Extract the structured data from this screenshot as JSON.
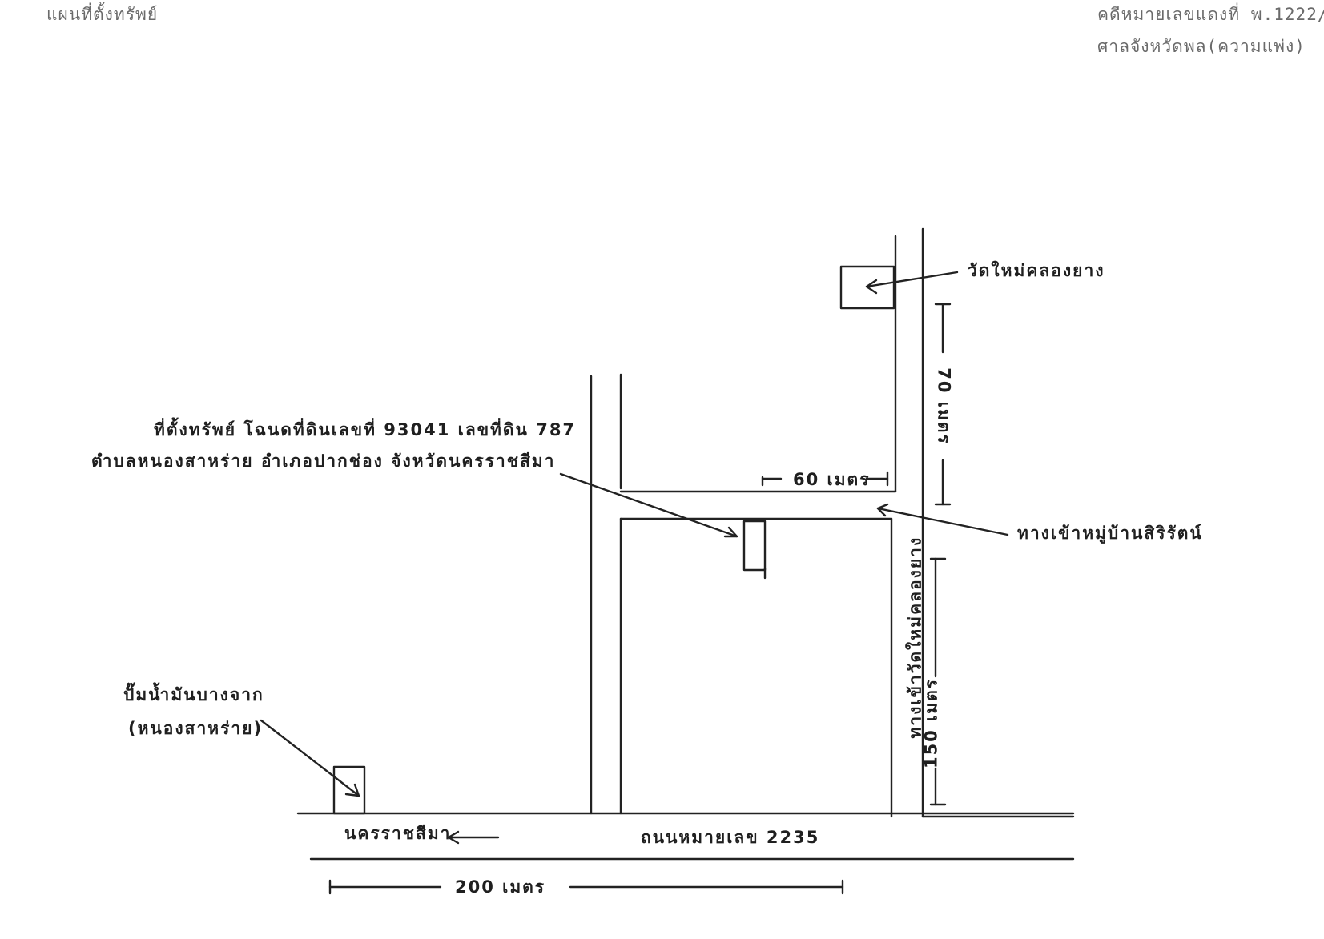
{
  "header": {
    "title": "แผนที่ตั้งทรัพย์",
    "case_number": "คดีหมายเลขแดงที่ พ.1222/",
    "court": "ศาลจังหวัดพล(ความแพ่ง)"
  },
  "labels": {
    "temple": "วัดใหม่คลองยาง",
    "property_line1": "ที่ตั้งทรัพย์ โฉนดที่ดินเลขที่ 93041 เลขที่ดิน 787",
    "property_line2": "ตำบลหนองสาหร่าย อำเภอปากช่อง จังหวัดนครราชสีมา",
    "village_entrance": "ทางเข้าหมู่บ้านสิริรัตน์",
    "temple_road": "ทางเข้าวัดใหม่คลองยาง",
    "gas_station_line1": "ปั๊มน้ำมันบางจาก",
    "gas_station_line2": "(หนองสาหร่าย)",
    "to_city": "นครราชสีมา",
    "highway": "ถนนหมายเลข 2235"
  },
  "distances": {
    "d60": "60 เมตร",
    "d70": "70 เมตร",
    "d150": "150 เมตร",
    "d200": "200 เมตร"
  }
}
